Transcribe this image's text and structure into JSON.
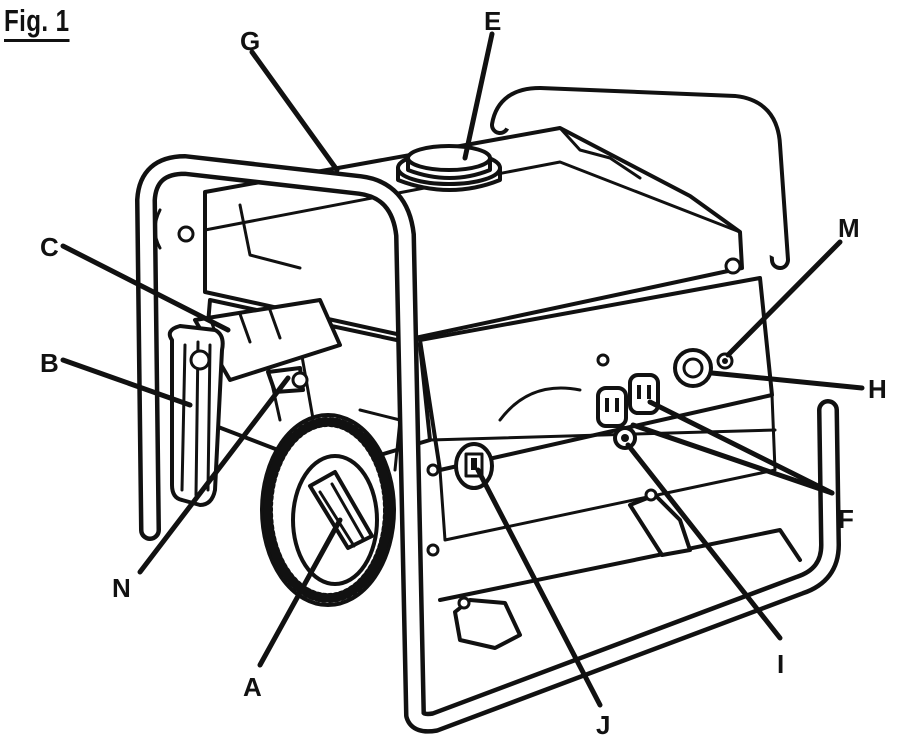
{
  "figure": {
    "title": "Fig. 1",
    "callouts": [
      "A",
      "B",
      "C",
      "E",
      "F",
      "G",
      "H",
      "I",
      "J",
      "M",
      "N"
    ]
  }
}
